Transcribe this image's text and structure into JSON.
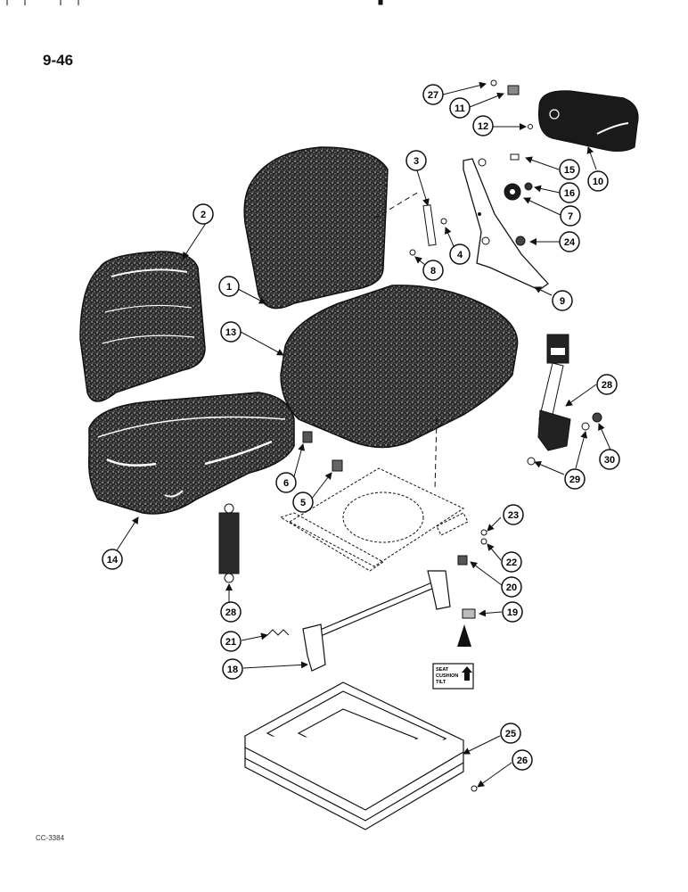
{
  "page": {
    "page_number": "9-46",
    "figure_code": "CC-3384"
  },
  "callouts": {
    "c1": "1",
    "c2": "2",
    "c3": "3",
    "c4": "4",
    "c5": "5",
    "c6": "6",
    "c7": "7",
    "c8": "8",
    "c9": "9",
    "c10": "10",
    "c11": "11",
    "c12": "12",
    "c13": "13",
    "c14": "14",
    "c15": "15",
    "c16": "16",
    "c18": "18",
    "c19": "19",
    "c20": "20",
    "c21": "21",
    "c22": "22",
    "c23": "23",
    "c24": "24",
    "c25": "25",
    "c26": "26",
    "c27": "27",
    "c28a": "28",
    "c28b": "28",
    "c29": "29",
    "c30": "30"
  },
  "decal": {
    "line1": "SEAT",
    "line2": "CUSHION",
    "line3": "TILT"
  },
  "colors": {
    "ink": "#111111",
    "paper": "#ffffff"
  }
}
